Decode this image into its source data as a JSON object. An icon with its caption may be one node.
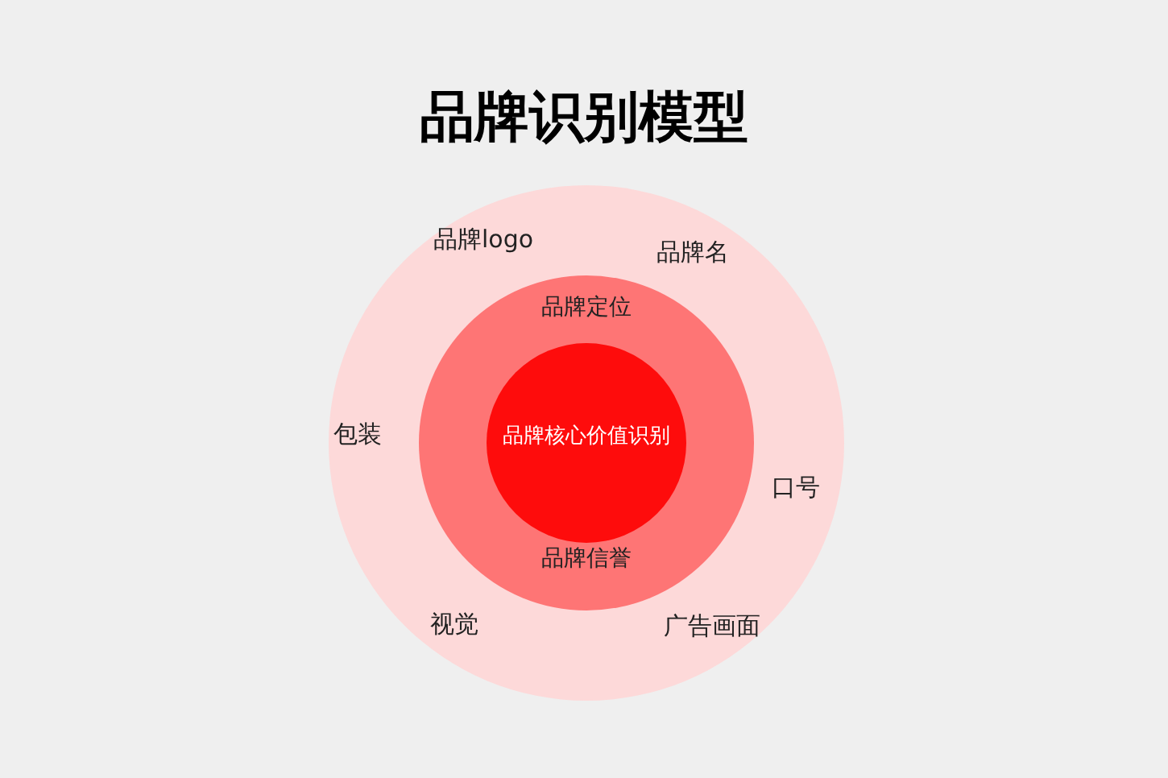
{
  "diagram": {
    "title": "品牌识别模型",
    "nodes": [
      {
        "text": [
          "品牌logo",
          "品牌名",
          "包装",
          "口号",
          "视觉",
          "广告画面"
        ]
      },
      {
        "text": [
          "品牌定位",
          "品牌信誉"
        ],
        "in": 0
      },
      {
        "text": [
          "品牌核心价值识别"
        ],
        "in": 1
      }
    ]
  }
}
